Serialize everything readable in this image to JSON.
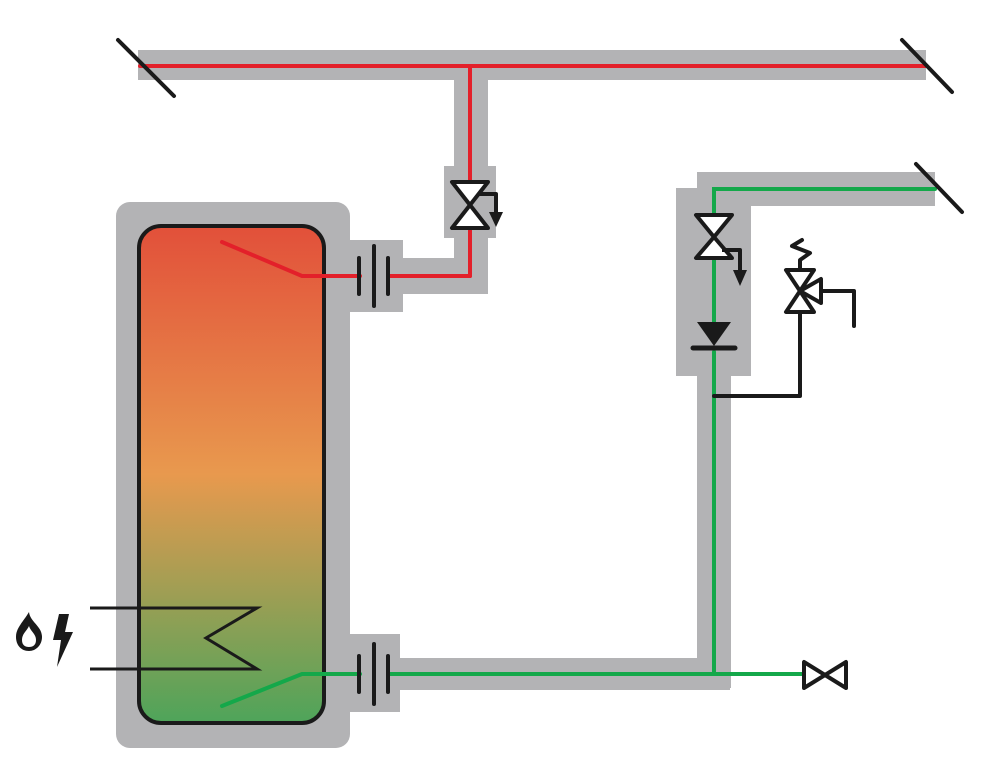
{
  "colors": {
    "background": "#ffffff",
    "insulation": "#b3b3b5",
    "hot_line": "#e3202a",
    "cold_line": "#14a84a",
    "symbol": "#1a1a1a",
    "tank_top": "#e2503a",
    "tank_mid": "#e8994e",
    "tank_bottom": "#4ea45a"
  },
  "components": [
    {
      "id": "storage-tank",
      "icon": "tank-icon"
    },
    {
      "id": "hot-outlet-connector",
      "icon": "flange-connector-icon"
    },
    {
      "id": "cold-inlet-connector",
      "icon": "flange-connector-icon"
    },
    {
      "id": "hot-shutoff-valve",
      "icon": "gate-valve-icon"
    },
    {
      "id": "cold-shutoff-valve",
      "icon": "gate-valve-icon"
    },
    {
      "id": "check-valve",
      "icon": "check-valve-icon"
    },
    {
      "id": "safety-relief-valve",
      "icon": "safety-valve-icon"
    },
    {
      "id": "drain-valve",
      "icon": "drain-valve-icon"
    },
    {
      "id": "heating-coil",
      "icon": "heat-exchanger-coil-icon"
    },
    {
      "id": "flame",
      "icon": "flame-icon"
    },
    {
      "id": "electric",
      "icon": "lightning-icon"
    }
  ]
}
